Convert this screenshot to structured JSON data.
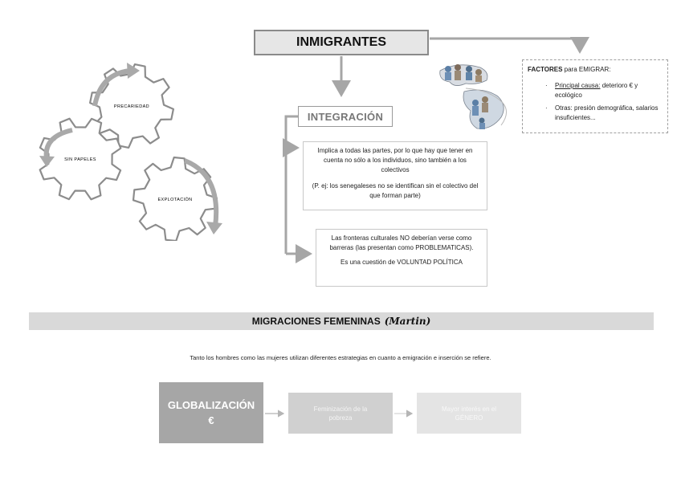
{
  "header": {
    "title": "INMIGRANTES"
  },
  "integration": {
    "title": "INTEGRACIÓN",
    "box1": {
      "text": "Implica a todas las partes, por lo que hay que tener en cuenta no sólo a los individuos, sino también a los colectivos",
      "example": "(P. ej: los senegaleses no se identifican sin el colectivo del que forman parte)"
    },
    "box2": {
      "text": "Las fronteras culturales NO deberían verse como barreras (las presentan como PROBLEMATICAS).",
      "policy": "Es una cuestión de VOLUNTAD POLÍTICA"
    }
  },
  "factors": {
    "bold": "FACTORES",
    "rest": " para EMIGRAR:",
    "main_label": "Principal causa:",
    "main_text": " deterioro € y ecológico",
    "other": "Otras: presión demográfica, salarios insuficientes..."
  },
  "gears": {
    "precariedad": "PRECARIEDAD",
    "sin_papeles": "SIN PAPELES",
    "explotacion": "EXPLOTACIÓN"
  },
  "migraciones": {
    "title": "MIGRACIONES FEMENINAS",
    "author": "(Martin)",
    "sentence": "Tanto los hombres como las mujeres utilizan diferentes estrategias en cuanto a emigración e inserción se refiere."
  },
  "flow": {
    "glob_title": "GLOBALIZACIÓN",
    "glob_symbol": "€",
    "fem_line1": "Feminización de la",
    "fem_line2": "pobreza",
    "gen_line1": "Mayor interés en el",
    "gen_line2": "GÉNERO"
  },
  "colors": {
    "gear_stroke": "#8c8c8c",
    "cycle_arrow": "#a9a9a9",
    "connector": "#a6a6a6",
    "band": "#d9d9d9"
  }
}
